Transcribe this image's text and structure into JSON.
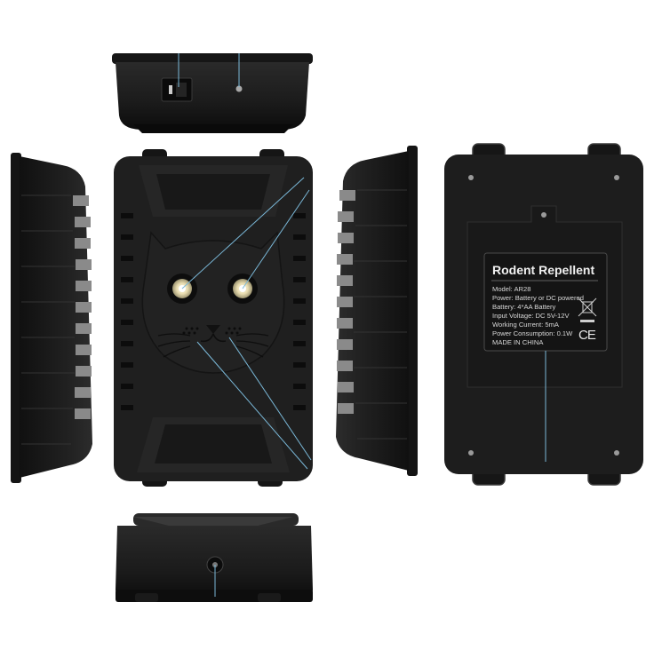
{
  "product": {
    "title": "Rodent Repellent",
    "specs": [
      "Model: AR28",
      "Power: Battery or DC powered",
      "Battery: 4*AA Battery",
      "Input Voltage: DC 5V-12V",
      "Working Current: 5mA",
      "Power Consumption: 0.1W",
      "MADE IN CHINA"
    ],
    "ce_mark": "CE",
    "weee_icon": "crossed-out-bin-icon"
  },
  "colors": {
    "body": "#1e1e1e",
    "body_dark": "#111111",
    "label": "#141414",
    "callout_line": "#7ab8d8",
    "led": "#f4efd8"
  }
}
